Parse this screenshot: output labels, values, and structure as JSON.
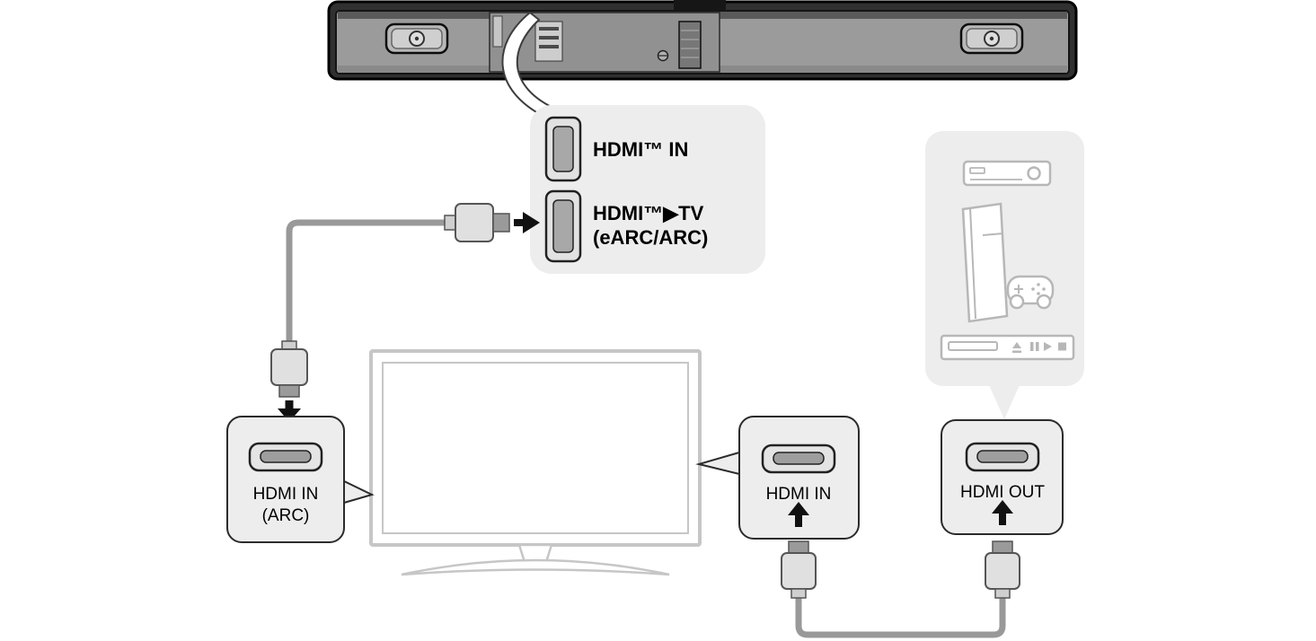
{
  "soundbar_callout": {
    "hdmi_in_label": "HDMI™ IN",
    "hdmi_tv_label_line1": "HDMI™▶TV",
    "hdmi_tv_label_line2": "(eARC/ARC)"
  },
  "tv_arc_box": {
    "label_line1": "HDMI IN",
    "label_line2": "(ARC)"
  },
  "tv_hdmi_in_box": {
    "label": "HDMI IN"
  },
  "device_hdmi_out_box": {
    "label": "HDMI OUT"
  },
  "device_callout": {
    "icons": [
      "set-top-box",
      "game-console",
      "disc-player"
    ]
  },
  "colors": {
    "callout_bg": "#ededed",
    "box_border": "#2b2b2b",
    "cable": "#999999",
    "tv_outline": "#c6c6c6",
    "device_icon": "#b7b7b7",
    "arrow": "#111111",
    "soundbar_body": "#303030"
  }
}
